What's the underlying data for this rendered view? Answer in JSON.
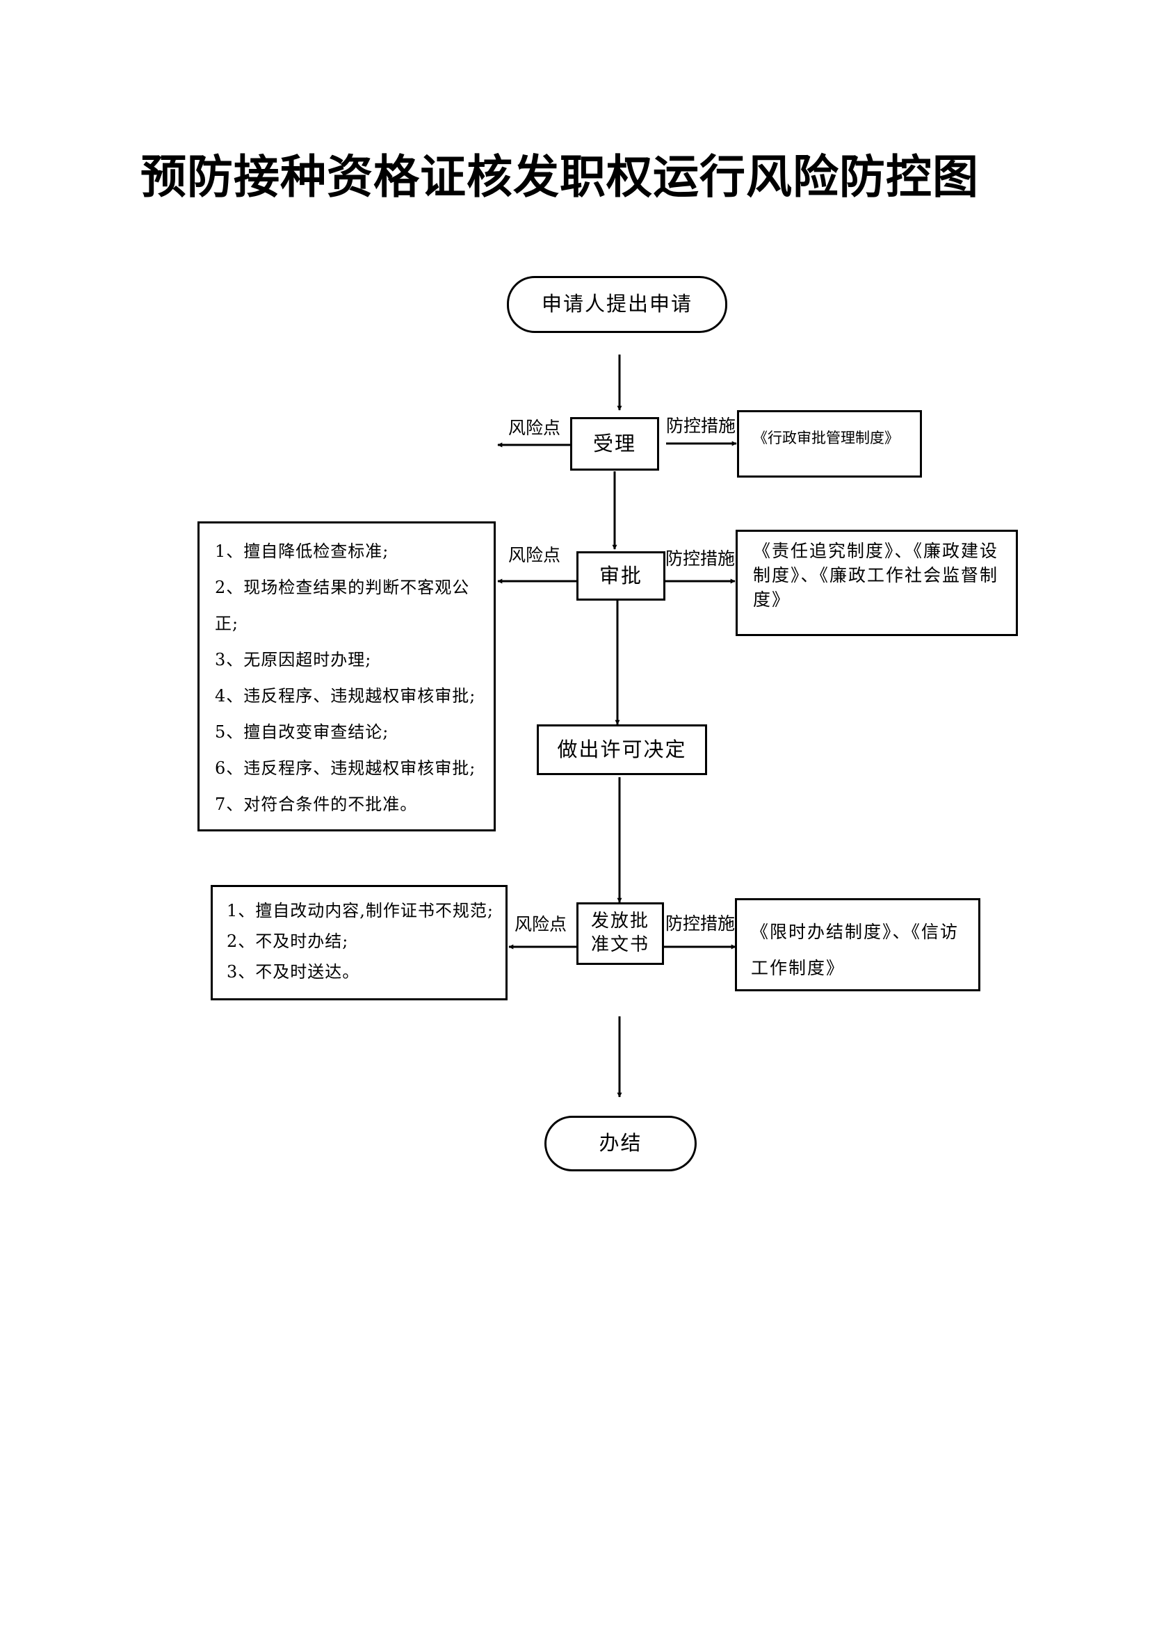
{
  "title": "预防接种资格证核发职权运行风险防控图",
  "steps": {
    "apply": "申请人提出申请",
    "accept": "受理",
    "approve": "审批",
    "decide": "做出许可决定",
    "issue_line1": "发放批",
    "issue_line2": "准文书",
    "done": "办结"
  },
  "labels": {
    "risk_point": "风险点",
    "control_measure": "防控措施"
  },
  "measures": {
    "accept": "《行政审批管理制度》",
    "approve": "《责任追究制度》、《廉政建设制度》、《廉政工作社会监督制度》",
    "issue": "《限时办结制度》、《信访工作制度》"
  },
  "risks": {
    "approve": [
      "1、擅自降低检查标准;",
      "2、现场检查结果的判断不客观公",
      "正;",
      "3、无原因超时办理;",
      "4、违反程序、违规越权审核审批;",
      "5、擅自改变审查结论;",
      "6、违反程序、违规越权审核审批;",
      "7、对符合条件的不批准。"
    ],
    "issue": [
      "1、擅自改动内容,制作证书不规范;",
      "2、不及时办结;",
      "3、不及时送达。"
    ]
  }
}
